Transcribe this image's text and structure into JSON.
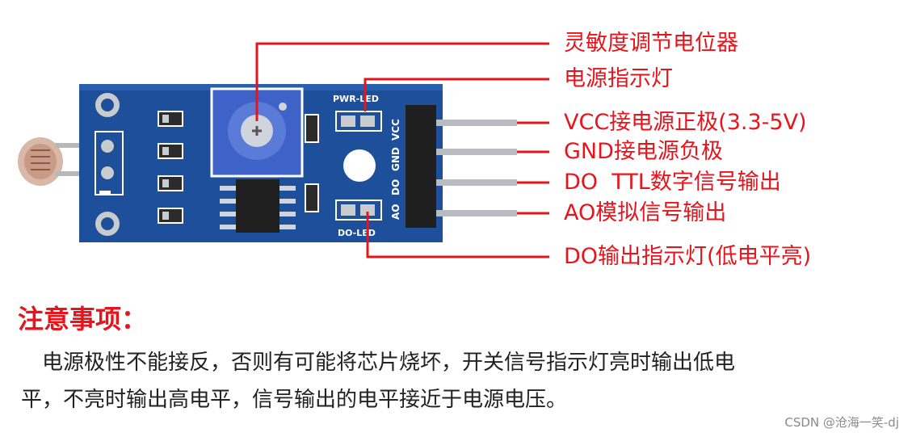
{
  "board": {
    "silk_pwr_led": "PWR-LED",
    "silk_do_led": "DO-LED",
    "pins": [
      "VCC",
      "GND",
      "DO",
      "AO"
    ]
  },
  "callouts": [
    "灵敏度调节电位器",
    "电源指示灯",
    "VCC接电源正极(3.3-5V)",
    "GND接电源负极",
    "DO  TTL数字信号输出",
    "AO模拟信号输出",
    "DO输出指示灯(低电平亮)"
  ],
  "notes": {
    "heading": "注意事项：",
    "line1": "　电源极性不能接反，否则有可能将芯片烧坏，开关信号指示灯亮时输出低电",
    "line2": "平，不亮时输出高电平，信号输出的电平接近于电源电压。"
  },
  "watermark": "CSDN @沧海一笑-dj",
  "colors": {
    "annotation_red": "#e8141b",
    "pcb_blue": "#1d4f9a",
    "pot_blue": "#3f62c9"
  }
}
